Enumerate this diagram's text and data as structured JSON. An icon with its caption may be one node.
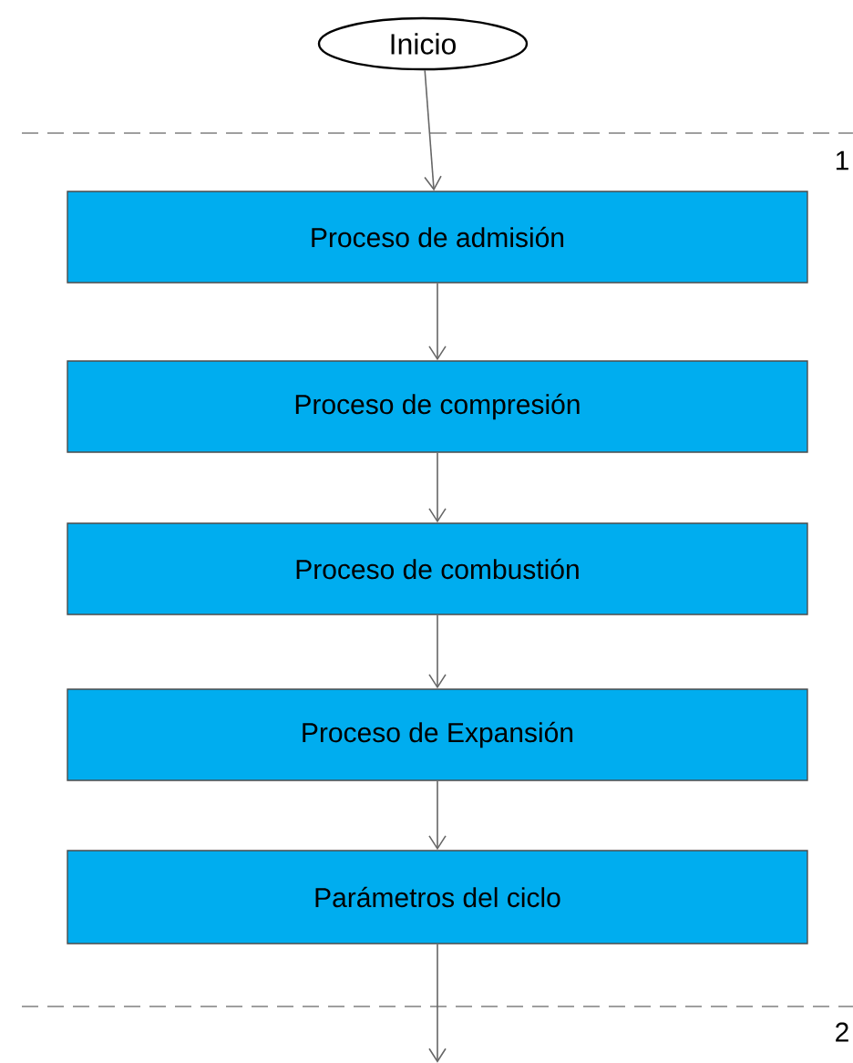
{
  "diagram": {
    "nodes": [
      {
        "text": [
          "Inicio"
        ]
      },
      {
        "text": [
          "Proceso de admisión"
        ]
      },
      {
        "text": [
          "Proceso de compresión"
        ]
      },
      {
        "text": [
          "Proceso de combustión"
        ]
      },
      {
        "text": [
          "Proceso de Expansión"
        ]
      },
      {
        "text": [
          "Parámetros del ciclo"
        ]
      }
    ],
    "edges": [
      {
        "from": 0,
        "to": 1,
        "arrow": "to"
      },
      {
        "from": 1,
        "to": 2,
        "arrow": "to"
      },
      {
        "from": 2,
        "to": 3,
        "arrow": "to"
      },
      {
        "from": 3,
        "to": 4,
        "arrow": "to"
      },
      {
        "from": 4,
        "to": 5,
        "arrow": "to"
      },
      {
        "from": 5,
        "to": null,
        "arrow": "to"
      }
    ],
    "labels": [
      "1",
      "2"
    ]
  }
}
